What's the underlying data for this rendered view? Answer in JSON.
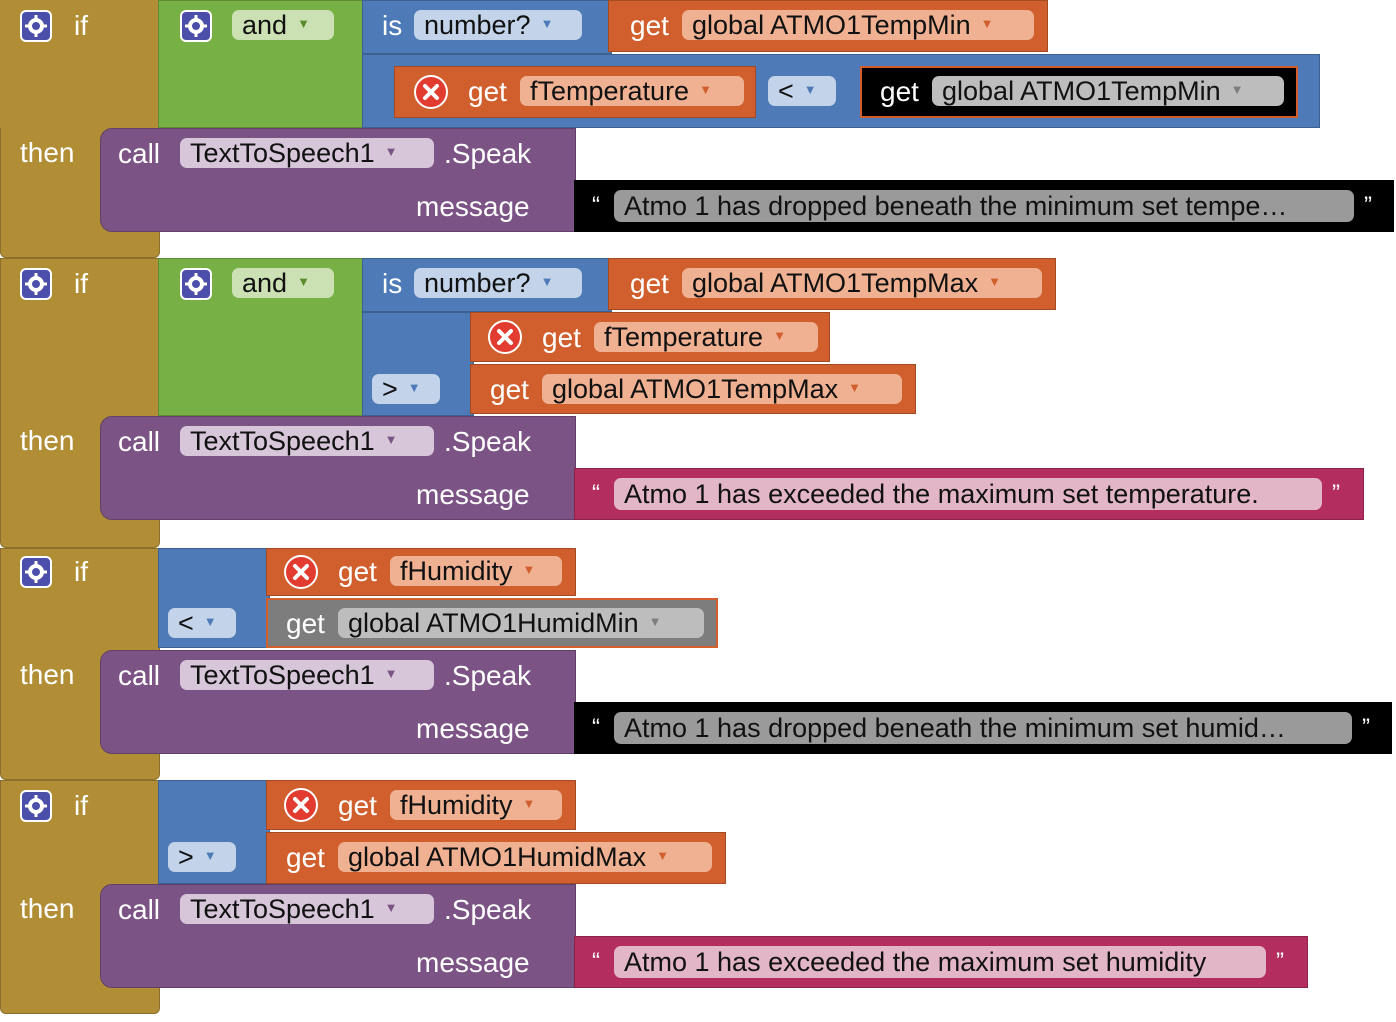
{
  "blocks": [
    {
      "if_label": "if",
      "then_label": "then",
      "and_label": "and",
      "is_label": "is",
      "number_dd": "number?",
      "get_label": "get",
      "var_top": "global ATMO1TempMin",
      "var_local": "fTemperature",
      "op": "<",
      "var_compare": "global ATMO1TempMin",
      "call_label": "call",
      "component": "TextToSpeech1",
      "method": ".Speak",
      "message_label": "message",
      "message_text": "Atmo 1 has dropped beneath the minimum set tempe…"
    },
    {
      "if_label": "if",
      "then_label": "then",
      "and_label": "and",
      "is_label": "is",
      "number_dd": "number?",
      "get_label": "get",
      "var_top": "global ATMO1TempMax",
      "var_local": "fTemperature",
      "op": ">",
      "var_compare": "global ATMO1TempMax",
      "call_label": "call",
      "component": "TextToSpeech1",
      "method": ".Speak",
      "message_label": "message",
      "message_text": "Atmo 1 has exceeded the maximum set temperature."
    },
    {
      "if_label": "if",
      "then_label": "then",
      "get_label": "get",
      "var_local": "fHumidity",
      "op": "<",
      "var_compare": "global ATMO1HumidMin",
      "call_label": "call",
      "component": "TextToSpeech1",
      "method": ".Speak",
      "message_label": "message",
      "message_text": "Atmo 1 has dropped beneath the minimum set humid…"
    },
    {
      "if_label": "if",
      "then_label": "then",
      "get_label": "get",
      "var_local": "fHumidity",
      "op": ">",
      "var_compare": "global ATMO1HumidMax",
      "call_label": "call",
      "component": "TextToSpeech1",
      "method": ".Speak",
      "message_label": "message",
      "message_text": "Atmo 1 has exceeded the maximum set humidity"
    }
  ],
  "quotes": {
    "open": "“",
    "close": "”"
  },
  "icons": {
    "mutator": "gear-icon",
    "error": "error-x-icon",
    "dropdown": "dropdown-arrow-icon"
  },
  "colors": {
    "control": "#b18e35",
    "logic": "#77b145",
    "math": "#4e7bb8",
    "variable": "#d05f2d",
    "procedure": "#7c5385",
    "text": "#b32d5e",
    "error_icon": "#e23b2f",
    "gear_bg": "#4c4faa"
  }
}
